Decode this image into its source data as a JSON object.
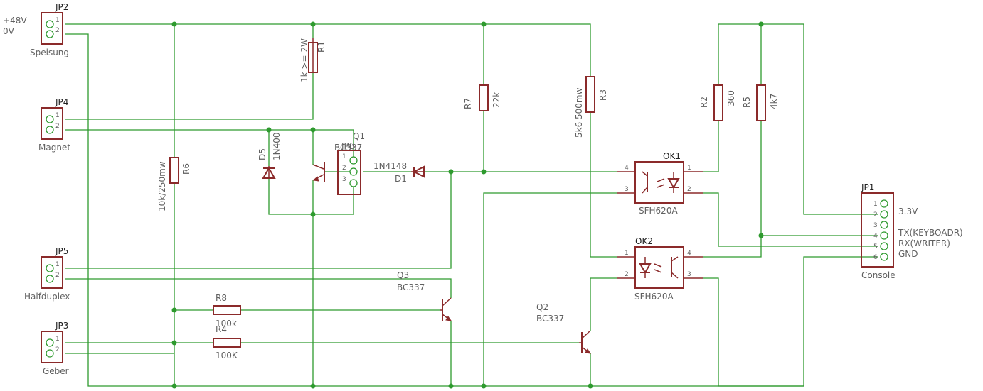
{
  "connectors": {
    "jp2": {
      "ref": "JP2",
      "name": "Speisung",
      "pin1": "1",
      "pin2": "2",
      "label1": "+48V",
      "label2": "0V"
    },
    "jp4": {
      "ref": "JP4",
      "name": "Magnet",
      "pin1": "1",
      "pin2": "2"
    },
    "jp5": {
      "ref": "JP5",
      "name": "Halfduplex",
      "pin1": "1",
      "pin2": "2"
    },
    "jp3": {
      "ref": "JP3",
      "name": "Geber",
      "pin1": "1",
      "pin2": "2"
    },
    "jp1": {
      "ref": "JP1",
      "name": "Console",
      "pins": [
        "1",
        "2",
        "3",
        "4",
        "5",
        "6"
      ],
      "label2": "3.3V",
      "label4": "TX(KEYBOADR)",
      "label5": "RX(WRITER)",
      "label6": "GND"
    }
  },
  "resistors": {
    "r1": {
      "ref": "R1",
      "value": "1k >= 2W"
    },
    "r6": {
      "ref": "R6",
      "value": "10k/250mw"
    },
    "r7": {
      "ref": "R7",
      "value": "22k"
    },
    "r3": {
      "ref": "R3",
      "value": "5k6 500mw"
    },
    "r2": {
      "ref": "R2",
      "value": "360"
    },
    "r5": {
      "ref": "R5",
      "value": "4k7"
    },
    "r8": {
      "ref": "R8",
      "value": "100k"
    },
    "r4": {
      "ref": "R4",
      "value": "100K"
    }
  },
  "semis": {
    "d5": {
      "ref": "D5",
      "value": "1N400"
    },
    "d1": {
      "ref": "D1",
      "value": "1N4148"
    },
    "q1": {
      "ref": "Q1",
      "value": "BC337",
      "socket": "JP6",
      "pin1": "1",
      "pin2": "2",
      "pin3": "3"
    },
    "q3": {
      "ref": "Q3",
      "value": "BC337"
    },
    "q2": {
      "ref": "Q2",
      "value": "BC337"
    },
    "ok1": {
      "ref": "OK1",
      "value": "SFH620A",
      "p1": "1",
      "p2": "2",
      "p3": "3",
      "p4": "4"
    },
    "ok2": {
      "ref": "OK2",
      "value": "SFH620A",
      "p1": "1",
      "p2": "2",
      "p3": "3",
      "p4": "4"
    }
  },
  "colors": {
    "wire": "#2e9a2e",
    "part": "#8b2a2a",
    "label": "#606060"
  }
}
